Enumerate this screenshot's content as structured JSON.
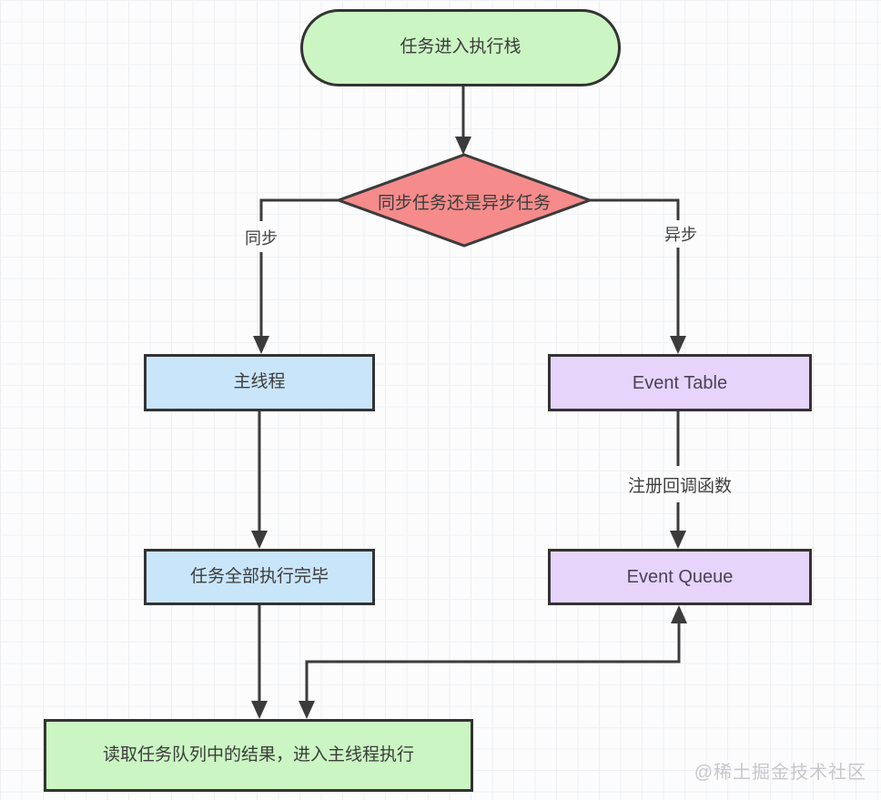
{
  "diagram": {
    "nodes": {
      "start": {
        "label": "任务进入执行栈",
        "shape": "rounded",
        "fill": "#cbf5c3"
      },
      "decision": {
        "label": "同步任务还是异步任务",
        "shape": "diamond",
        "fill": "#f58b8b"
      },
      "main_thread": {
        "label": "主线程",
        "shape": "rect",
        "fill": "#c9e5f9"
      },
      "event_table": {
        "label": "Event Table",
        "shape": "rect",
        "fill": "#e6d4fa"
      },
      "tasks_done": {
        "label": "任务全部执行完毕",
        "shape": "rect",
        "fill": "#c9e5f9"
      },
      "event_queue": {
        "label": "Event Queue",
        "shape": "rect",
        "fill": "#e6d4fa"
      },
      "read_queue": {
        "label": "读取任务队列中的结果，进入主线程执行",
        "shape": "rect",
        "fill": "#cbf5c3"
      }
    },
    "edge_labels": {
      "sync": "同步",
      "async": "异步",
      "register_callback": "注册回调函数"
    },
    "edges": [
      {
        "from": "start",
        "to": "decision"
      },
      {
        "from": "decision",
        "to": "main_thread",
        "label": "同步"
      },
      {
        "from": "decision",
        "to": "event_table",
        "label": "异步"
      },
      {
        "from": "main_thread",
        "to": "tasks_done"
      },
      {
        "from": "event_table",
        "to": "event_queue",
        "label": "注册回调函数"
      },
      {
        "from": "tasks_done",
        "to": "read_queue"
      },
      {
        "from": "read_queue",
        "to": "event_queue",
        "bidirectional": true
      }
    ],
    "colors": {
      "line": "#3b3b3b",
      "border": "#333333",
      "grid": "#edeff2"
    },
    "watermark": "@稀土掘金技术社区"
  }
}
